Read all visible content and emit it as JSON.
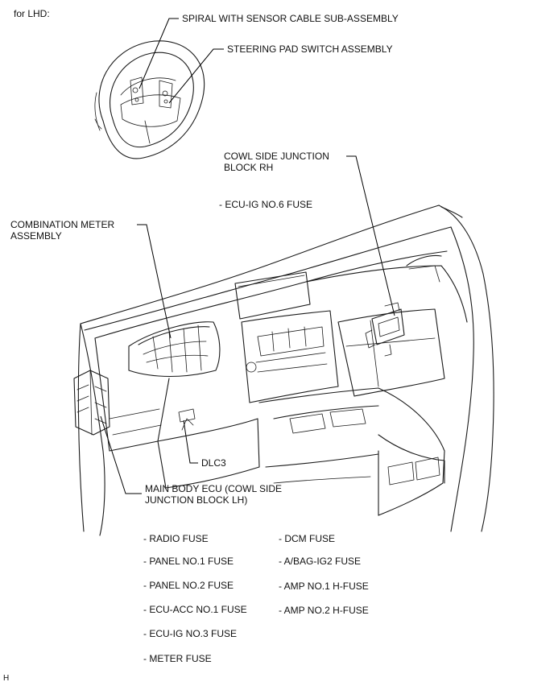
{
  "header": {
    "variant": "for LHD:"
  },
  "callouts": {
    "spiral": "SPIRAL WITH SENSOR CABLE SUB-ASSEMBLY",
    "steering_pad": "STEERING PAD SWITCH ASSEMBLY",
    "cowl_rh_line1": "COWL SIDE JUNCTION",
    "cowl_rh_line2": "BLOCK RH",
    "ecu_ig6": "- ECU-IG NO.6 FUSE",
    "combo_meter_line1": "COMBINATION METER",
    "combo_meter_line2": "ASSEMBLY",
    "dlc3": "DLC3",
    "main_body_line1": "MAIN BODY ECU (COWL SIDE",
    "main_body_line2": "JUNCTION BLOCK LH)"
  },
  "fuses_left": [
    "- RADIO FUSE",
    "- PANEL NO.1 FUSE",
    "- PANEL NO.2 FUSE",
    "- ECU-ACC NO.1 FUSE",
    "- ECU-IG NO.3 FUSE",
    "- METER FUSE"
  ],
  "fuses_right": [
    "- DCM FUSE",
    "- A/BAG-IG2 FUSE",
    "- AMP NO.1 H-FUSE",
    "- AMP NO.2 H-FUSE"
  ],
  "footer": {
    "code": "H"
  }
}
